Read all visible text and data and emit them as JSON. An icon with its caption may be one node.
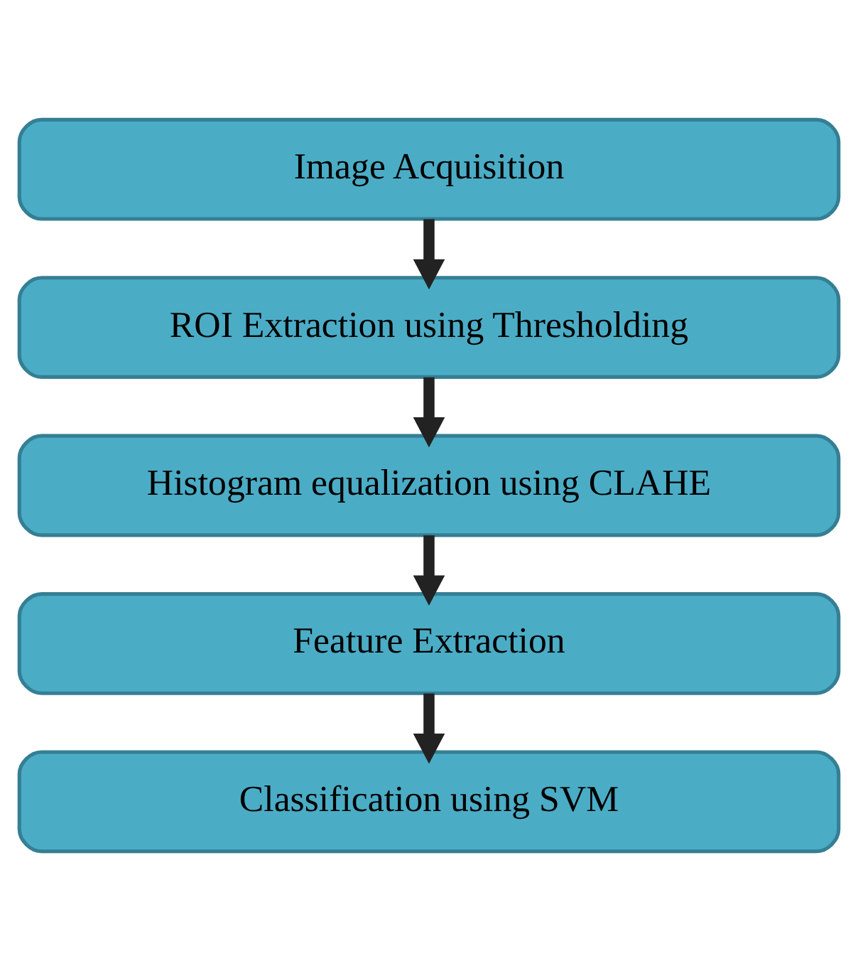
{
  "diagram": {
    "nodes": [
      {
        "text": [
          "Image Acquisition"
        ]
      },
      {
        "text": [
          "ROI Extraction using Thresholding"
        ]
      },
      {
        "text": [
          "Histogram equalization using CLAHE"
        ]
      },
      {
        "text": [
          "Feature Extraction"
        ]
      },
      {
        "text": [
          "Classification using SVM"
        ]
      }
    ],
    "edges": [
      {
        "from": 0,
        "to": 1,
        "arrow": "to"
      },
      {
        "from": 1,
        "to": 2,
        "arrow": "to"
      },
      {
        "from": 2,
        "to": 3,
        "arrow": "to"
      },
      {
        "from": 3,
        "to": 4,
        "arrow": "to"
      }
    ]
  }
}
